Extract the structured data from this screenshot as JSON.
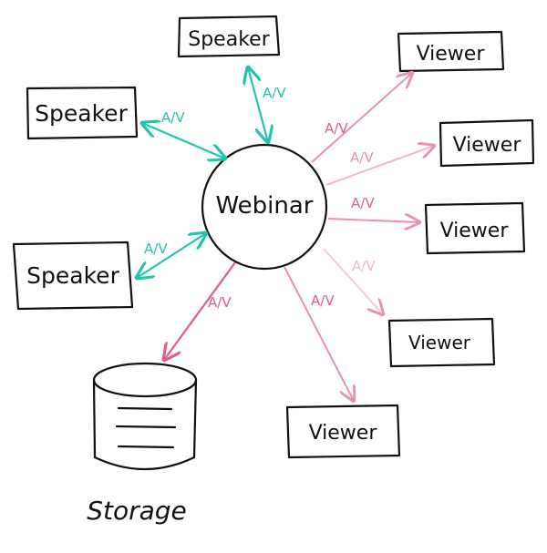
{
  "center": {
    "label": "Webinar"
  },
  "storage": {
    "label": "Storage"
  },
  "speakers": [
    {
      "label": "Speaker",
      "edge_label": "A/V"
    },
    {
      "label": "Speaker",
      "edge_label": "A/V"
    },
    {
      "label": "Speaker",
      "edge_label": "A/V"
    }
  ],
  "viewers": [
    {
      "label": "Viewer",
      "edge_label": "A/V"
    },
    {
      "label": "Viewer",
      "edge_label": "A/V"
    },
    {
      "label": "Viewer",
      "edge_label": "A/V"
    },
    {
      "label": "Viewer",
      "edge_label": "A/V"
    },
    {
      "label": "Viewer",
      "edge_label": "A/V"
    }
  ],
  "storage_edge_label": "A/V",
  "colors": {
    "speaker_link": "#22c4ac",
    "viewer_link": "#ec8fb6",
    "storage_link": "#dd5e88",
    "ink": "#111111"
  }
}
